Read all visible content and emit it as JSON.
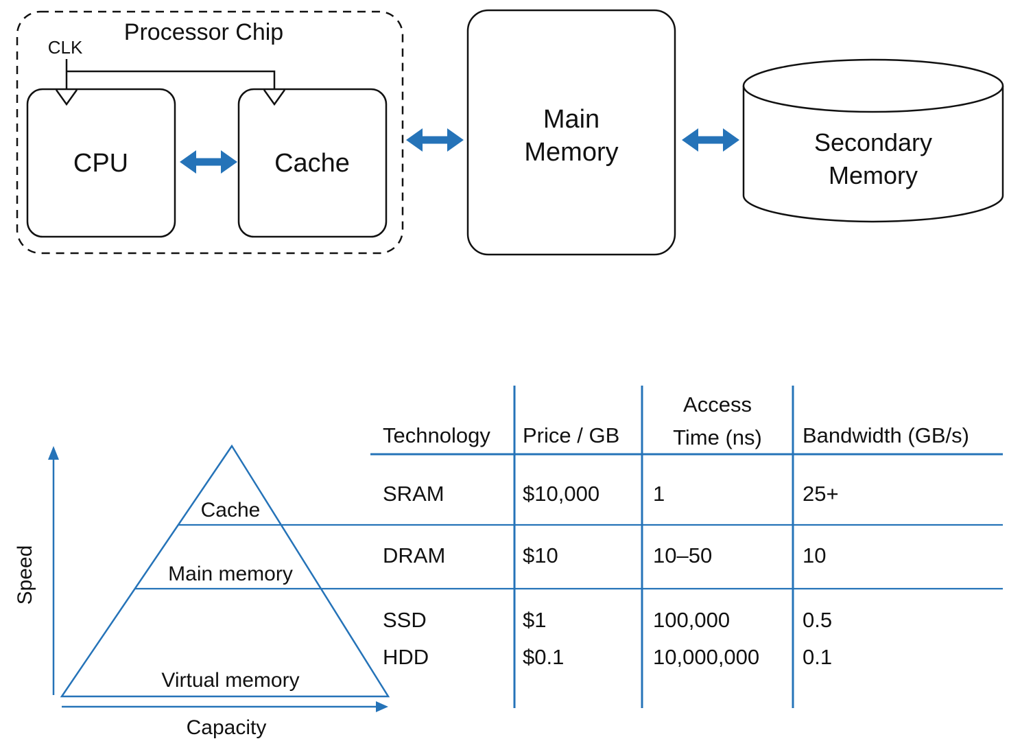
{
  "colors": {
    "accent_blue": "#2573b8",
    "ink": "#111111",
    "background": "#ffffff"
  },
  "block_diagram": {
    "processor_chip_label": "Processor Chip",
    "clk_label": "CLK",
    "cpu_label": "CPU",
    "cache_label": "Cache",
    "main_memory_line1": "Main",
    "main_memory_line2": "Memory",
    "secondary_memory_line1": "Secondary",
    "secondary_memory_line2": "Memory"
  },
  "pyramid": {
    "level_cache": "Cache",
    "level_main": "Main memory",
    "level_virtual": "Virtual memory",
    "speed_axis": "Speed",
    "capacity_axis": "Capacity"
  },
  "table": {
    "headers": {
      "technology": "Technology",
      "price": "Price / GB",
      "access_line1": "Access",
      "access_line2": "Time (ns)",
      "bandwidth": "Bandwidth (GB/s)"
    },
    "rows": [
      {
        "technology": "SRAM",
        "price": "$10,000",
        "access_time": "1",
        "bandwidth": "25+"
      },
      {
        "technology": "DRAM",
        "price": "$10",
        "access_time": "10–50",
        "bandwidth": "10"
      },
      {
        "technology": "SSD",
        "price": "$1",
        "access_time": "100,000",
        "bandwidth": "0.5"
      },
      {
        "technology": "HDD",
        "price": "$0.1",
        "access_time": "10,000,000",
        "bandwidth": "0.1"
      }
    ]
  }
}
